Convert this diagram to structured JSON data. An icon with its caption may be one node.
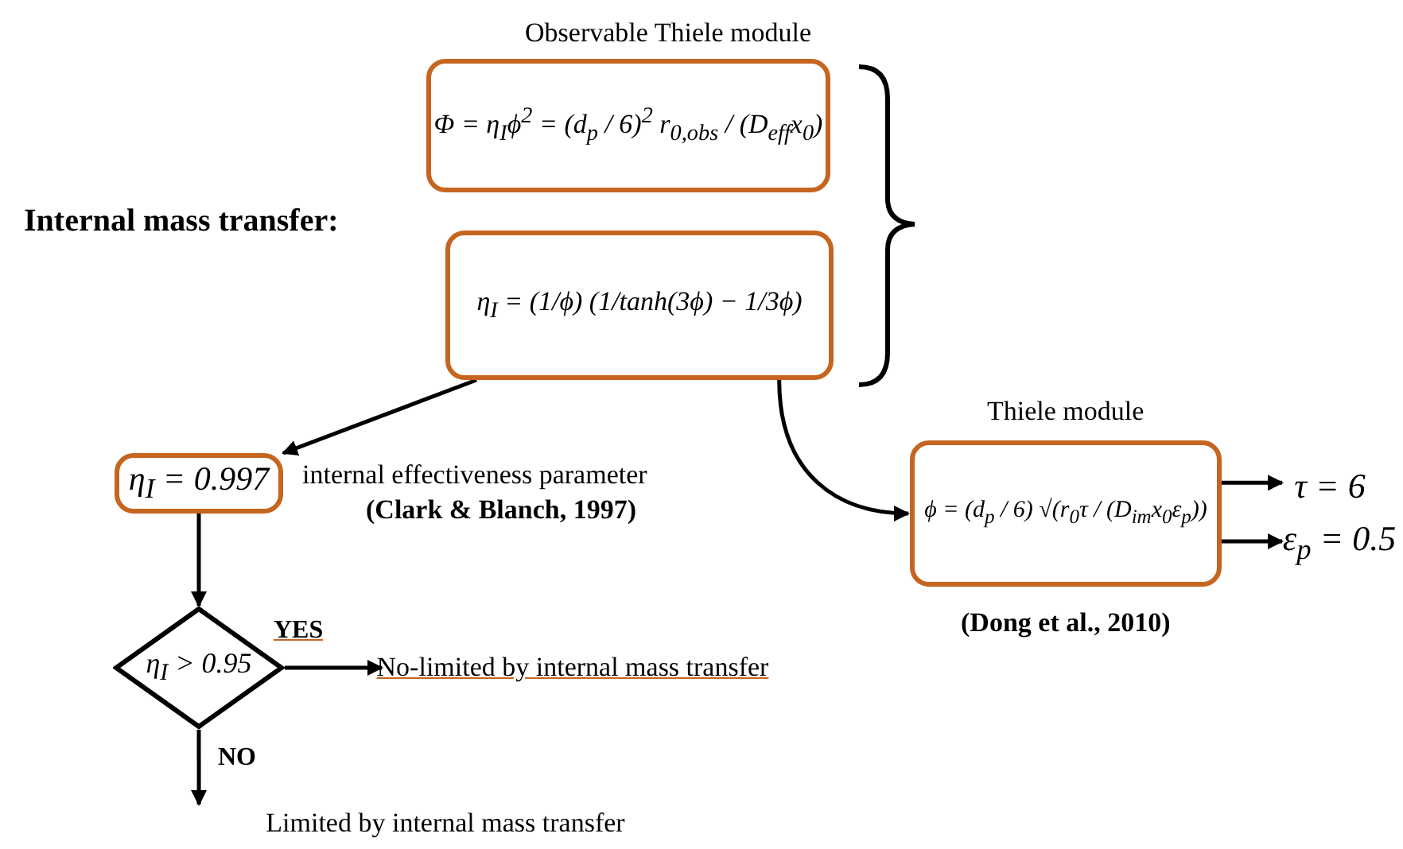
{
  "diagram": {
    "nodes": [
      {
        "text": [
          "Φ = η$_{I}$ϕ$^{2}$ = (d$_{p}$ / 6)$^{2}$ r$_{0,obs}$ / (D$_{eff}$x$_{0}$)"
        ],
        "beside": [
          "Observable Thiele module"
        ]
      },
      {
        "text": [
          "η$_{I}$ = (1/ϕ) (1/tanh(3ϕ) − 1/3ϕ)"
        ]
      },
      {
        "text": [
          "η$_{I}$ = 0.997"
        ],
        "beside": [
          "internal effectiveness parameter",
          "(Clark & Blanch, 1997)"
        ]
      },
      {
        "text": [
          "η$_{I}$ > 0.95"
        ]
      },
      {
        "text": [
          "No-limited by internal mass transfer"
        ]
      },
      {
        "text": [
          "Limited by internal mass transfer"
        ]
      },
      {
        "text": [
          "ϕ = (d$_{p}$ / 6) √(r$_{0}$τ / (D$_{im}$x$_{0}$ε$_{p}$))"
        ],
        "beside": [
          "Thiele module",
          "(Dong et al., 2010)"
        ]
      },
      {
        "text": [
          "τ = 6"
        ]
      },
      {
        "text": [
          "ε$_{p}$ = 0.5"
        ]
      }
    ],
    "edges": [
      {
        "from": 1,
        "to": 2,
        "arrow": "to"
      },
      {
        "from": 2,
        "to": 3,
        "arrow": "to"
      },
      {
        "from": 3,
        "to": 4,
        "arrow": "to",
        "label": "YES"
      },
      {
        "from": 3,
        "to": 5,
        "arrow": "to",
        "label": "NO"
      },
      {
        "from": 1,
        "to": 6,
        "arrow": "to"
      },
      {
        "from": 6,
        "to": 7,
        "arrow": "to"
      },
      {
        "from": 6,
        "to": 8,
        "arrow": "to"
      }
    ],
    "labels": [
      "Internal mass transfer:"
    ]
  }
}
